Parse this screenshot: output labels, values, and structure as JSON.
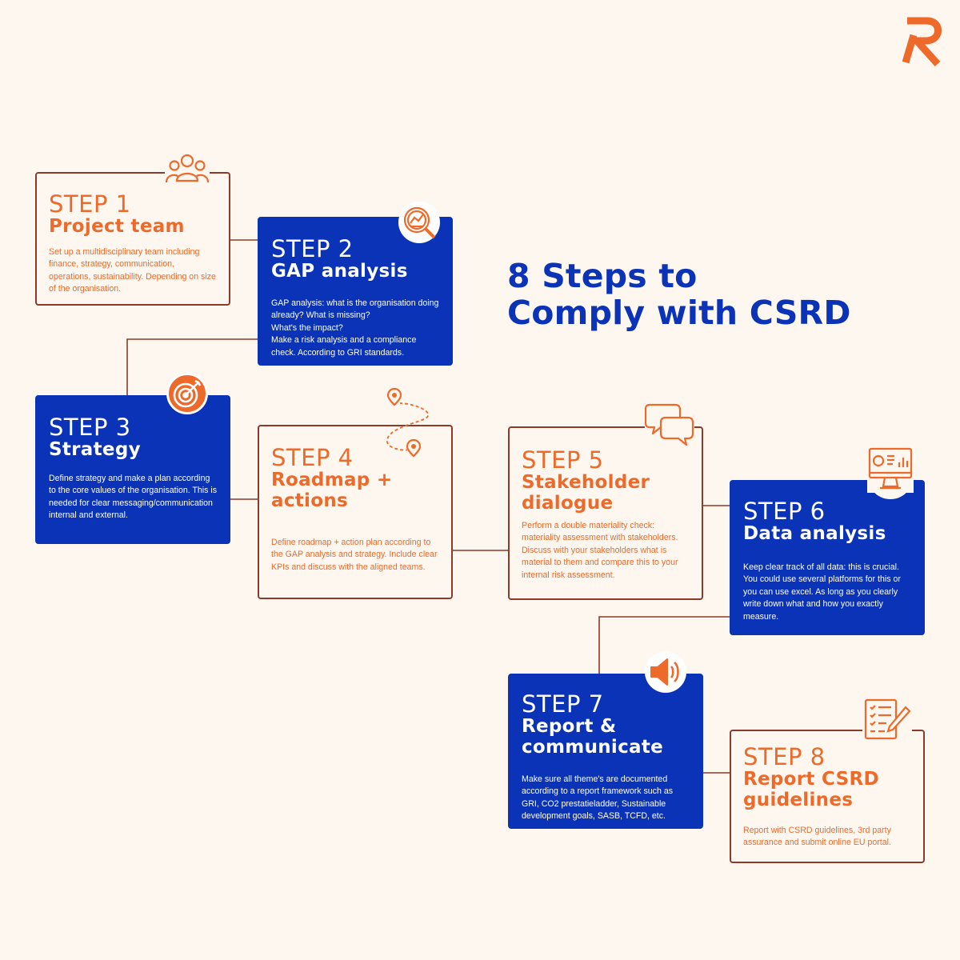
{
  "title": {
    "line1": "8 Steps to",
    "line2": "Comply with CSRD"
  },
  "colors": {
    "orange": "#ee6a2b",
    "blue": "#0b33b8",
    "connector": "#8c3a2a",
    "background": "#fdf7ef"
  },
  "steps": [
    {
      "number": "STEP 1",
      "name_lines": [
        "Project team"
      ],
      "description": "Set up a multidisciplinary team including finance, strategy, communication, operations, sustainability. Depending on size of the organisation.",
      "icon": "team-icon"
    },
    {
      "number": "STEP 2",
      "name_lines": [
        "GAP analysis"
      ],
      "description": "GAP analysis: what is the organisation doing already? What is missing?\nWhat's the impact?\nMake a risk analysis and a compliance check. According to GRI standards.",
      "icon": "magnifier-chart-icon"
    },
    {
      "number": "STEP 3",
      "name_lines": [
        "Strategy"
      ],
      "description": "Define strategy and make a plan according to the core values of the organisation. This is needed for clear messaging/communication internal and external.",
      "icon": "target-icon"
    },
    {
      "number": "STEP 4",
      "name_lines": [
        "Roadmap +",
        "actions"
      ],
      "description": "Define roadmap + action plan according to the GAP analysis and strategy. Include clear KPIs and discuss with the aligned teams.",
      "icon": "route-pins-icon"
    },
    {
      "number": "STEP 5",
      "name_lines": [
        "Stakeholder",
        "dialogue"
      ],
      "description": "Perform a double materiality check: materiality assessment with stakeholders. Discuss with your stakeholders what is material to them and compare this to your internal risk assessment.",
      "icon": "chat-bubbles-icon"
    },
    {
      "number": "STEP 6",
      "name_lines": [
        "Data analysis"
      ],
      "description": "Keep clear track of all data: this is crucial.  You could use several platforms for this or you can use excel. As long as you clearly write down what and how you exactly measure.",
      "icon": "monitor-dashboard-icon"
    },
    {
      "number": "STEP 7",
      "name_lines": [
        "Report &",
        "communicate"
      ],
      "description": "Make sure all theme's are documented according to a report framework such as GRI, CO2 prestatieladder, Sustainable development goals, SASB, TCFD, etc.",
      "icon": "speaker-icon"
    },
    {
      "number": "STEP 8",
      "name_lines": [
        "Report CSRD",
        "guidelines"
      ],
      "description": "Report with CSRD guidelines, 3rd party assurance and submit online EU portal.",
      "icon": "checklist-pencil-icon"
    }
  ],
  "logo": {
    "icon": "brand-logo-icon"
  }
}
